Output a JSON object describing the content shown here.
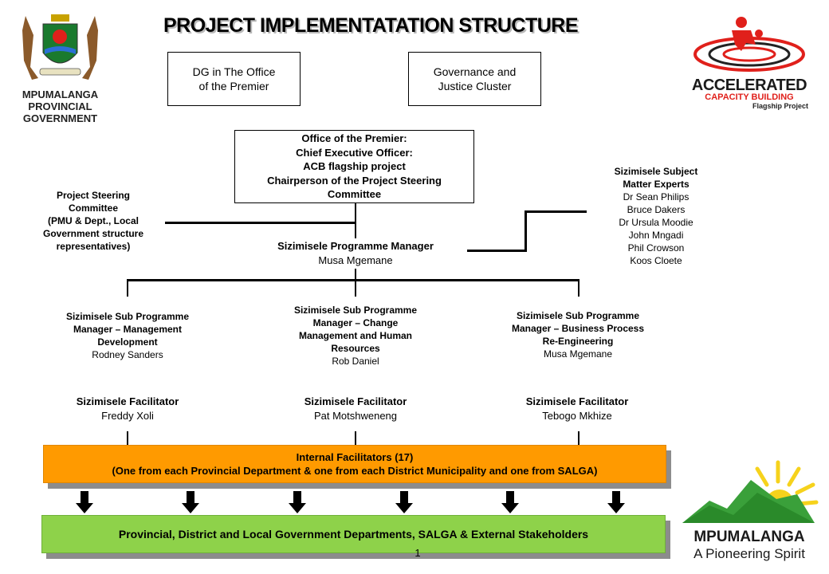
{
  "title": "PROJECT IMPLEMENTATATION STRUCTURE",
  "logos": {
    "left_lines": [
      "MPUMALANGA",
      "PROVINCIAL",
      "GOVERNMENT"
    ],
    "right_main": "ACCELERATED",
    "right_sub": "CAPACITY BUILDING",
    "right_tag": "Flagship Project",
    "bottom_main": "MPUMALANGA",
    "bottom_tag": "A Pioneering Spirit"
  },
  "boxes": {
    "dg": [
      "DG in The Office",
      "of the Premier"
    ],
    "cluster": [
      "Governance and",
      "Justice Cluster"
    ],
    "ceo": [
      "Office of the Premier:",
      "Chief Executive Officer:",
      "ACB flagship project",
      "Chairperson of the Project Steering",
      "Committee"
    ]
  },
  "steering_committee": [
    "Project Steering",
    "Committee",
    "(PMU & Dept., Local",
    "Government structure",
    "representatives)"
  ],
  "experts": {
    "heading": [
      "Sizimisele Subject",
      "Matter Experts"
    ],
    "names": [
      "Dr Sean Philips",
      "Bruce Dakers",
      "Dr Ursula Moodie",
      "John Mngadi",
      "Phil Crowson",
      "Koos Cloete"
    ]
  },
  "programme_manager": {
    "role": "Sizimisele Programme Manager",
    "name": "Musa Mgemane"
  },
  "sub_managers": [
    {
      "role": [
        "Sizimisele Sub Programme",
        "Manager – Management",
        "Development"
      ],
      "name": "Rodney Sanders"
    },
    {
      "role": [
        "Sizimisele Sub Programme",
        "Manager – Change",
        "Management and Human",
        "Resources"
      ],
      "name": "Rob Daniel"
    },
    {
      "role": [
        "Sizimisele Sub Programme",
        "Manager – Business Process",
        "Re-Engineering"
      ],
      "name": "Musa Mgemane"
    }
  ],
  "facilitators": [
    {
      "role": "Sizimisele Facilitator",
      "name": "Freddy Xoli"
    },
    {
      "role": "Sizimisele Facilitator",
      "name": "Pat Motshweneng"
    },
    {
      "role": "Sizimisele Facilitator",
      "name": "Tebogo Mkhize"
    }
  ],
  "internal_banner": [
    "Internal Facilitators (17)",
    "(One from each Provincial Department & one from each District Municipality and one from SALGA)"
  ],
  "stakeholders_banner": "Provincial, District and Local Government Departments, SALGA & External Stakeholders",
  "page_number": "1",
  "colors": {
    "orange": "#ff9a00",
    "green": "#8ed24a",
    "red": "#e0201b"
  }
}
